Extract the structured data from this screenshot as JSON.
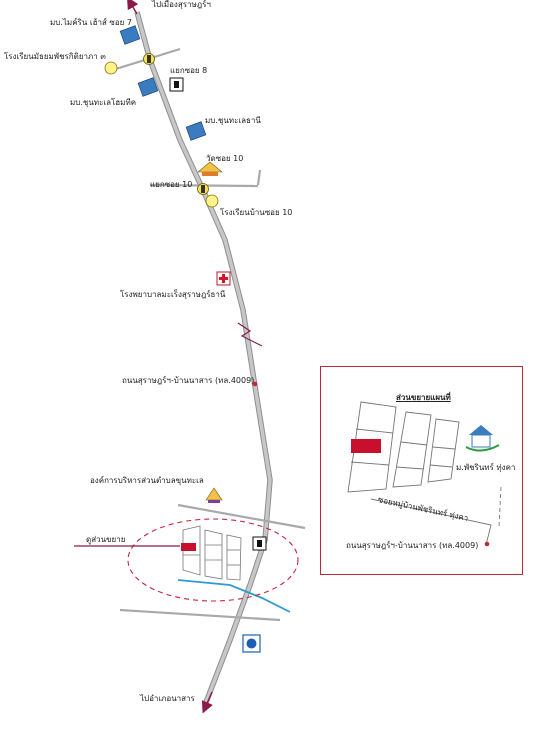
{
  "colors": {
    "road": "#b7b7b7",
    "road_edge": "#8e8e8e",
    "accent": "#c0283c",
    "plot": "#c8102e",
    "water": "#2f9bd6",
    "house": "#3b7bbf"
  },
  "labels": {
    "to_north": "ไปเมืองสุราษฎร์ฯ",
    "village_1": "มบ.ไมค์ริน เฮ้าส์ ซอย 7",
    "school_1": "โรงเรียนมัธยมพัชรกิติยาภา ๓",
    "junction_8": "แยกซอย 8",
    "village_2": "มบ.ชุนทะเลโฮมทีค",
    "village_3": "มบ.ชุนทะเลธานี",
    "temple_10": "วัดซอย 10",
    "junction_10": "แยกซอย 10",
    "school_2": "โรงเรียนบ้านซอย 10",
    "hospital": "โรงพยาบาลมะเร็งสุราษฎร์ธานี",
    "highway": "ถนนสุราษฎร์ฯ-บ้านนาสาร (ทล.4009)",
    "tao_office": "องค์การบริหารส่วนตำบลขุนทะเล",
    "plot_marker": "ดูส่วนขยาย",
    "to_south": "ไปอำเภอนาสาร"
  },
  "inset": {
    "title": "ส่วนขยายแผนที่",
    "village": "ม.พัชรินทร์ ทุ่งคา",
    "soi": "ซอยหมู่บ้านพัชรินทร์ ทุ่งคา",
    "highway": "ถนนสุราษฎร์ฯ-บ้านนาสาร (ทล.4009)"
  },
  "icons": [
    "gas-station-icon",
    "school-icon",
    "traffic-light-icon",
    "hospital-icon",
    "temple-icon",
    "housing-icon",
    "water-icon"
  ]
}
